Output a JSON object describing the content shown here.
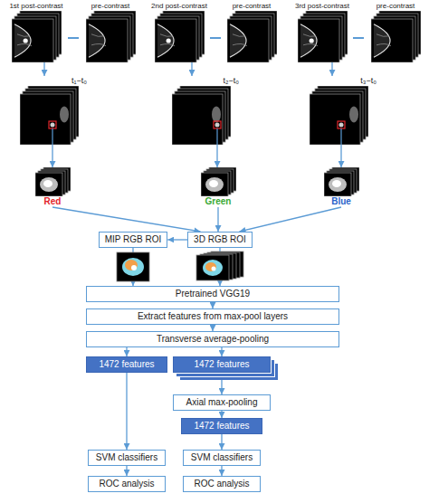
{
  "diagram": {
    "nodes": [
      {
        "text": [
          "1st post-contrast"
        ]
      },
      {
        "text": [
          "pre-contrast"
        ]
      },
      {
        "text": [
          "2nd post-contrast"
        ]
      },
      {
        "text": [
          "pre-contrast"
        ]
      },
      {
        "text": [
          "3rd post-contrast"
        ]
      },
      {
        "text": [
          "pre-contrast"
        ]
      },
      {
        "text": [
          "t₁−t₀"
        ]
      },
      {
        "text": [
          "t₂−t₀"
        ]
      },
      {
        "text": [
          "t₃−t₀"
        ]
      },
      {
        "text": [
          "Red"
        ]
      },
      {
        "text": [
          "Green"
        ]
      },
      {
        "text": [
          "Blue"
        ]
      },
      {
        "text": [
          "MIP RGB ROI"
        ]
      },
      {
        "text": [
          "3D RGB ROI"
        ]
      },
      {
        "text": [
          "Pretrained VGG19"
        ]
      },
      {
        "text": [
          "Extract features from max-pool layers"
        ]
      },
      {
        "text": [
          "Transverse average-pooling"
        ]
      },
      {
        "text": [
          "1472 features"
        ]
      },
      {
        "text": [
          "1472 features"
        ]
      },
      {
        "text": [
          "Axial max-pooling"
        ]
      },
      {
        "text": [
          "1472 features"
        ]
      },
      {
        "text": [
          "SVM classifiers"
        ]
      },
      {
        "text": [
          "SVM classifiers"
        ]
      },
      {
        "text": [
          "ROC analysis"
        ]
      },
      {
        "text": [
          "ROC analysis"
        ]
      }
    ],
    "edges": [
      {
        "from": 0,
        "to": 6,
        "arrow": "to"
      },
      {
        "from": 2,
        "to": 7,
        "arrow": "to"
      },
      {
        "from": 4,
        "to": 8,
        "arrow": "to"
      },
      {
        "from": 6,
        "to": 9,
        "arrow": "to"
      },
      {
        "from": 7,
        "to": 10,
        "arrow": "to"
      },
      {
        "from": 8,
        "to": 11,
        "arrow": "to"
      },
      {
        "from": 9,
        "to": 13,
        "arrow": "to"
      },
      {
        "from": 10,
        "to": 13,
        "arrow": "to"
      },
      {
        "from": 11,
        "to": 13,
        "arrow": "to"
      },
      {
        "from": 13,
        "to": 12,
        "arrow": "to"
      },
      {
        "from": 12,
        "to": 14,
        "arrow": "to"
      },
      {
        "from": 13,
        "to": 14,
        "arrow": "to"
      },
      {
        "from": 14,
        "to": 15,
        "arrow": "to"
      },
      {
        "from": 15,
        "to": 16,
        "arrow": "to"
      },
      {
        "from": 16,
        "to": 17,
        "arrow": "to"
      },
      {
        "from": 16,
        "to": 18,
        "arrow": "to"
      },
      {
        "from": 17,
        "to": 21,
        "arrow": "to"
      },
      {
        "from": 18,
        "to": 19,
        "arrow": "to"
      },
      {
        "from": 19,
        "to": 20,
        "arrow": "to"
      },
      {
        "from": 20,
        "to": 22,
        "arrow": "to"
      },
      {
        "from": 21,
        "to": 23,
        "arrow": "to"
      },
      {
        "from": 22,
        "to": 24,
        "arrow": "to"
      }
    ]
  }
}
